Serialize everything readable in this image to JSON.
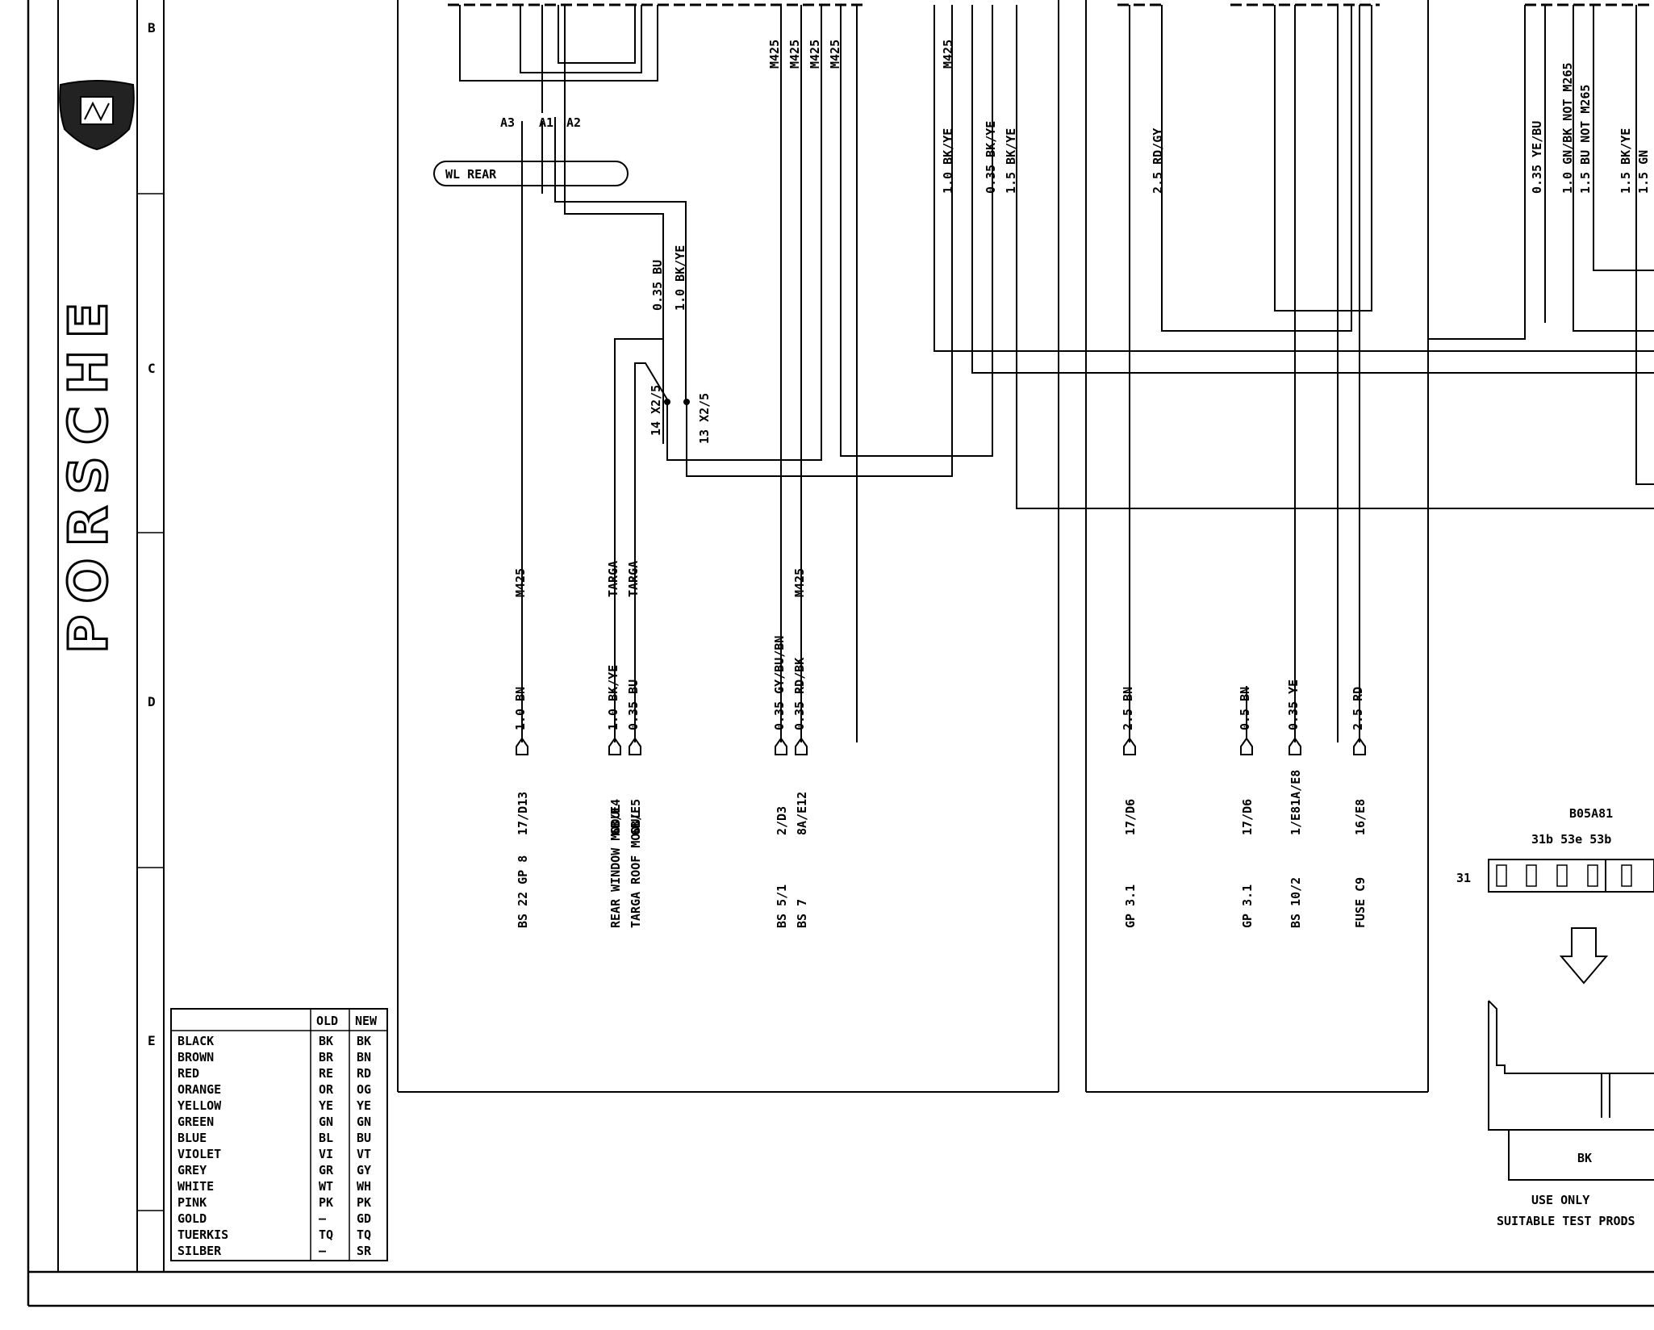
{
  "brand": "PORSCHE",
  "zones": [
    "B",
    "C",
    "D",
    "E"
  ],
  "connector_labels": {
    "a3": "A3",
    "a1": "A1",
    "a2": "A2"
  },
  "wl_rear": "WL REAR",
  "top_labels": [
    "M425",
    "M425",
    "M425",
    "M425",
    "M425"
  ],
  "vertical_labels": [
    "0.35 BU",
    "1.0 BK/YE",
    "1.0 BK/YE",
    "0.35 BK/YE",
    "1.5 BK/YE",
    "2.5 RD/GY",
    "0.35 YE/BU",
    "1.0 GN/BK NOT M265",
    "1.5 BU NOT M265",
    "1.5 BK/YE",
    "1.5 GN",
    "0.35 BU",
    "1.0 BK/YE"
  ],
  "relay": {
    "a": "14 X2/5",
    "b": "13 X2/5"
  },
  "wires": [
    {
      "opt": "M425",
      "spec": "1.0 BN",
      "term": "17/D13",
      "dest": "BS 22 GP 8"
    },
    {
      "opt": "TARGA",
      "spec": "1.0 BK/YE",
      "term": "6B/E4",
      "dest": "REAR WINDOW MODUL"
    },
    {
      "opt": "TARGA",
      "spec": "0.35 BU",
      "term": "6B/E5",
      "dest": "TARGA ROOF MODUL"
    },
    {
      "opt": "",
      "spec": "0.35 GY/BU/BN",
      "term": "2/D3",
      "dest": "BS 5/1"
    },
    {
      "opt": "M425",
      "spec": "0.35 RD/BK",
      "term": "8A/E12",
      "dest": "BS 7"
    },
    {
      "opt": "",
      "spec": "2.5 BN",
      "term": "17/D6",
      "dest": "GP 3.1"
    },
    {
      "opt": "",
      "spec": "0.5 BN",
      "term": "17/D6",
      "dest": "GP 3.1"
    },
    {
      "opt": "",
      "spec": "0.35 YE",
      "term": "1/E81A/E8",
      "dest": "BS 10/2"
    },
    {
      "opt": "",
      "spec": "2.5 RD",
      "term": "16/E8",
      "dest": "FUSE C9"
    }
  ],
  "connector": {
    "code": "B05A81",
    "pins": "31b 53e 53b",
    "pin31": "31",
    "color": "BK",
    "note1": "USE ONLY",
    "note2": "SUITABLE TEST PRODS"
  },
  "color_table": {
    "headers": [
      "OLD",
      "NEW"
    ],
    "rows": [
      [
        "BLACK",
        "BK",
        "BK"
      ],
      [
        "BROWN",
        "BR",
        "BN"
      ],
      [
        "RED",
        "RE",
        "RD"
      ],
      [
        "ORANGE",
        "OR",
        "OG"
      ],
      [
        "YELLOW",
        "YE",
        "YE"
      ],
      [
        "GREEN",
        "GN",
        "GN"
      ],
      [
        "BLUE",
        "BL",
        "BU"
      ],
      [
        "VIOLET",
        "VI",
        "VT"
      ],
      [
        "GREY",
        "GR",
        "GY"
      ],
      [
        "WHITE",
        "WT",
        "WH"
      ],
      [
        "PINK",
        "PK",
        "PK"
      ],
      [
        "GOLD",
        "—",
        "GD"
      ],
      [
        "TUERKIS",
        "TQ",
        "TQ"
      ],
      [
        "SILBER",
        "—",
        "SR"
      ]
    ]
  }
}
